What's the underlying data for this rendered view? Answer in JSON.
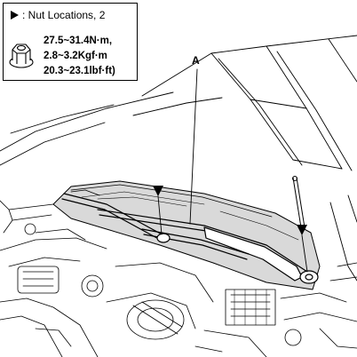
{
  "legend": {
    "title": ": Nut Locations, 2",
    "torque": [
      "27.5~31.4N·m,",
      "2.8~3.2Kgf·m",
      "20.3~23.1lbf·ft)"
    ]
  },
  "callouts": {
    "a": "A"
  },
  "icons": {
    "marker": "nut-location-marker-icon",
    "nut": "flange-nut-icon"
  },
  "colors": {
    "ink": "#000000",
    "paper": "#ffffff",
    "shade": "#cfcfcf"
  }
}
